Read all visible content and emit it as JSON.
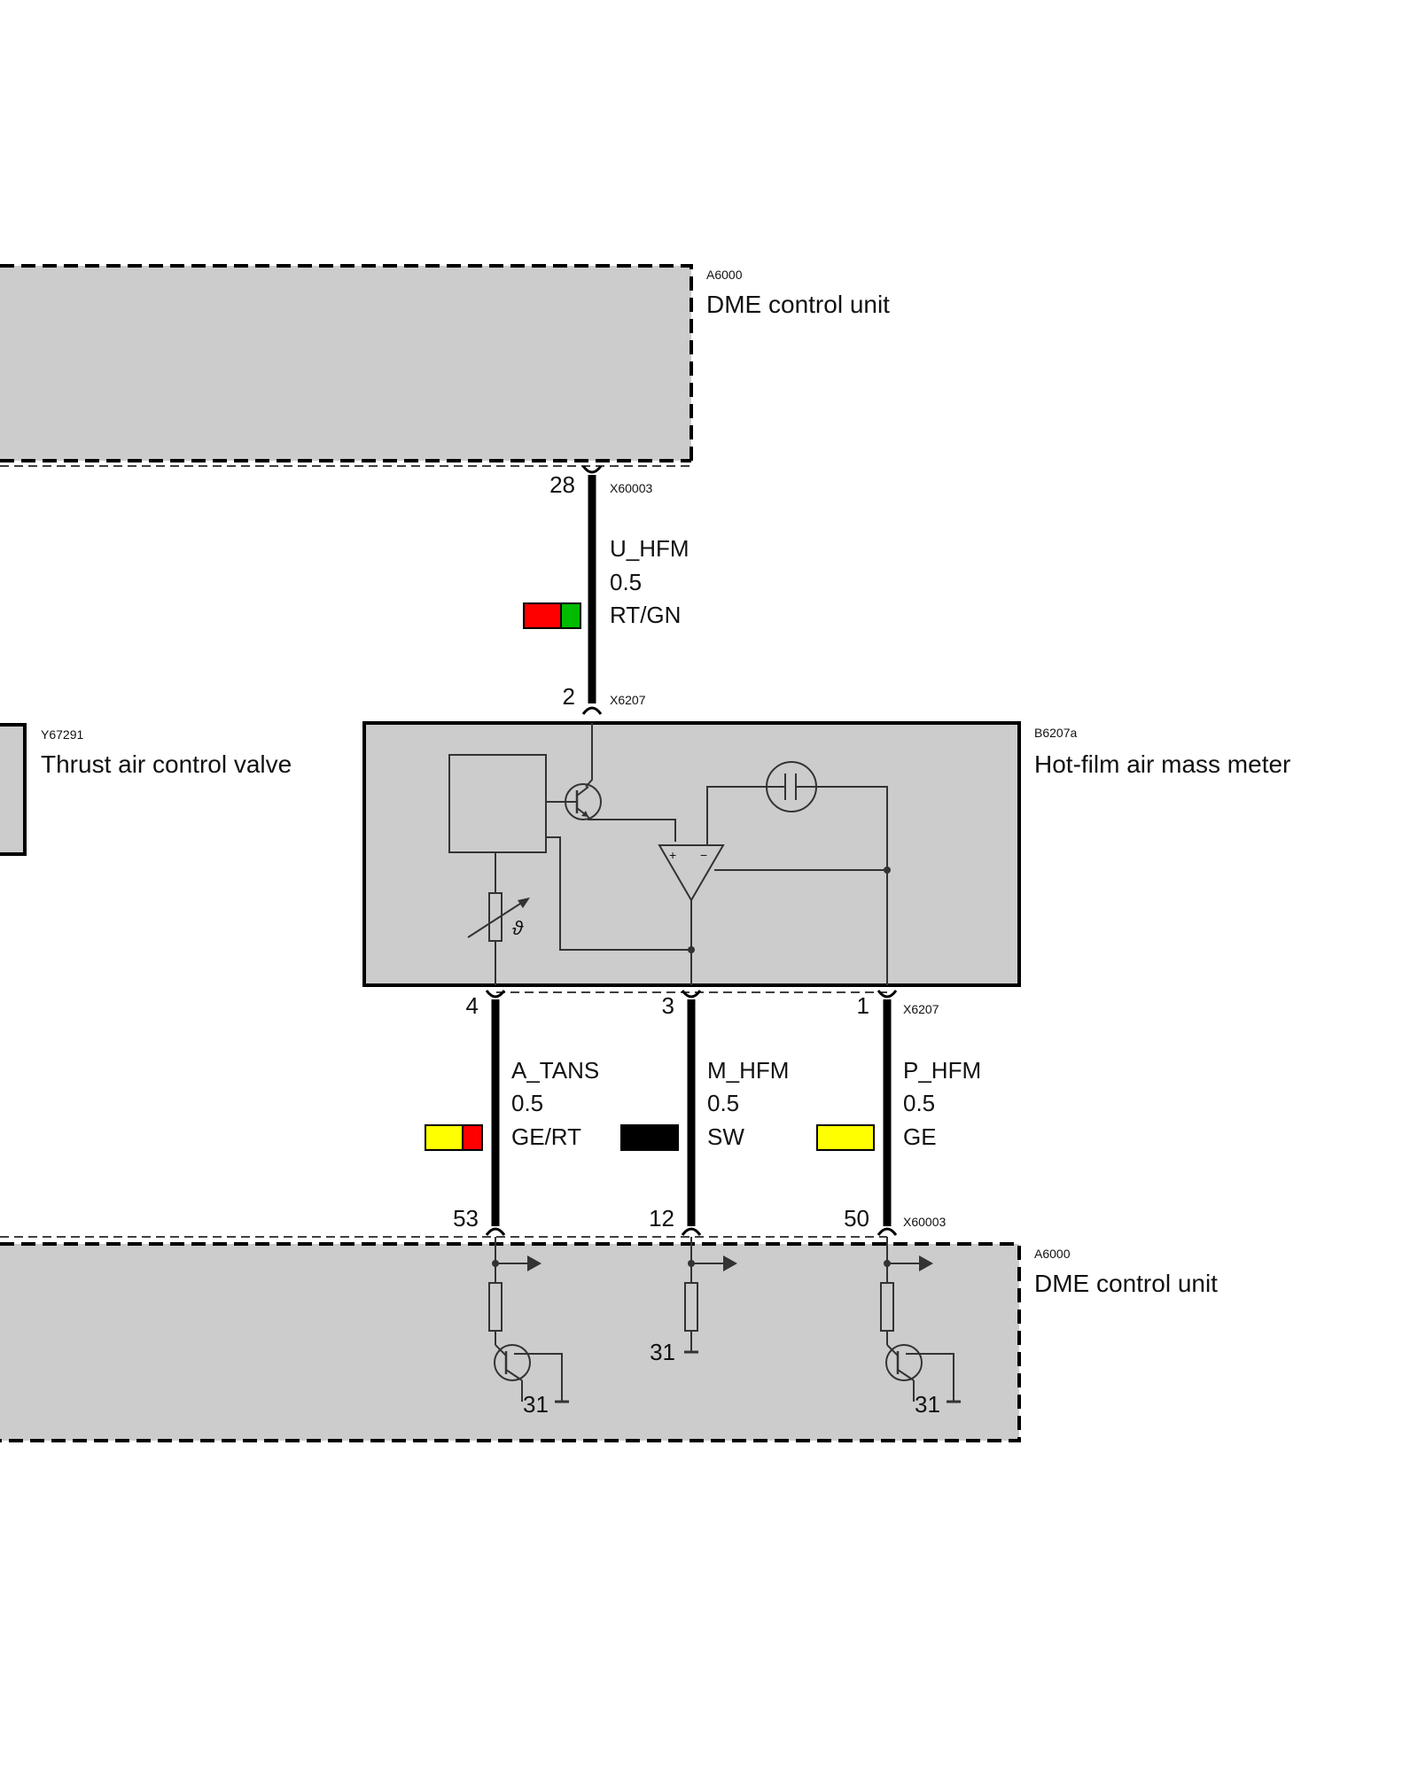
{
  "components": {
    "dme_top": {
      "code": "A6000",
      "name": "DME control unit"
    },
    "dme_bottom": {
      "code": "A6000",
      "name": "DME control unit"
    },
    "hfm": {
      "code": "B6207a",
      "name": "Hot-film air mass meter"
    },
    "valve": {
      "code": "Y67291",
      "name": "Thrust air control valve"
    }
  },
  "connectors": {
    "x60003_top": "X60003",
    "x6207_top": "X6207",
    "x6207_bottom": "X6207",
    "x60003_bottom": "X60003"
  },
  "wires": [
    {
      "id": "u_hfm",
      "signal": "U_HFM",
      "gauge": "0.5",
      "color_code": "RT/GN",
      "pin_top": "2",
      "pin_dme": "28",
      "colors": [
        "#ff0000",
        "#00bb00"
      ]
    },
    {
      "id": "a_tans",
      "signal": "A_TANS",
      "gauge": "0.5",
      "color_code": "GE/RT",
      "pin_top": "4",
      "pin_dme": "53",
      "colors": [
        "#ffff00",
        "#ff0000"
      ]
    },
    {
      "id": "m_hfm",
      "signal": "M_HFM",
      "gauge": "0.5",
      "color_code": "SW",
      "pin_top": "3",
      "pin_dme": "12",
      "colors": [
        "#000000"
      ]
    },
    {
      "id": "p_hfm",
      "signal": "P_HFM",
      "gauge": "0.5",
      "color_code": "GE",
      "pin_top": "1",
      "pin_dme": "50",
      "colors": [
        "#ffff00"
      ]
    }
  ],
  "symbols": {
    "theta": "ϑ",
    "plus": "+",
    "minus": "−"
  },
  "ground": {
    "g1": "31",
    "g2": "31",
    "g3": "31"
  }
}
